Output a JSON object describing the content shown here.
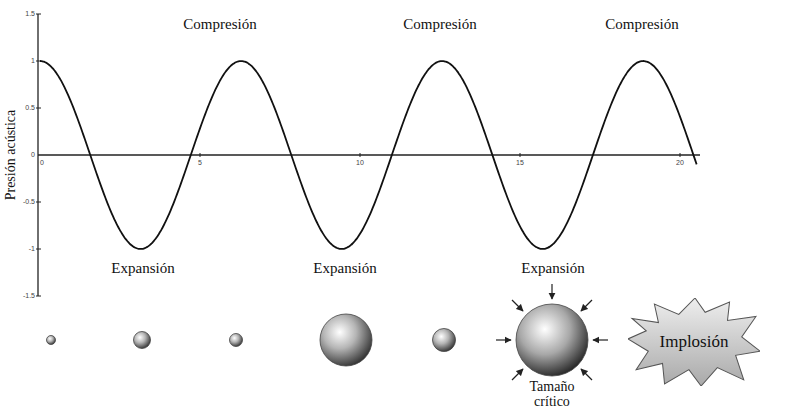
{
  "diagram": {
    "nodes": [
      {
        "text": [
          "Implosión"
        ]
      }
    ],
    "labels": [
      "Compresión",
      "Compresión",
      "Compresión",
      "Presión acústica",
      "1.5",
      "1",
      "0.5",
      "0",
      "-0.5",
      "-1",
      "-1.5",
      "0",
      "5",
      "10",
      "15",
      "20",
      "Expansión",
      "Expansión",
      "Expansión",
      "Tamaño crítico"
    ]
  }
}
